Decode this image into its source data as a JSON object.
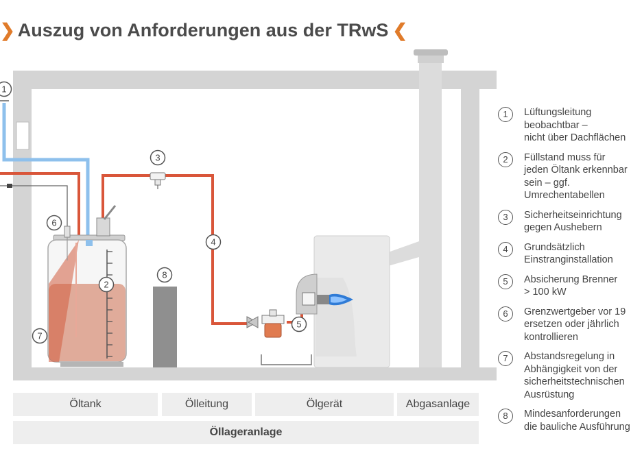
{
  "title": {
    "text": "Auszug von Anforderungen aus der TRwS",
    "left_chevron": "❯",
    "right_chevron": "❮"
  },
  "colors": {
    "accent": "#e07b2a",
    "pipe_oil": "#d9563a",
    "pipe_vent": "#8ec0ec",
    "building": "#d4d4d4",
    "tank_fill": "#e0ab9a",
    "flame": "#2f7bd6"
  },
  "callouts": [
    "1",
    "2",
    "3",
    "4",
    "5",
    "6",
    "7",
    "8"
  ],
  "legend": [
    {
      "num": "1",
      "lines": [
        "Lüftungsleitung",
        "beobachtbar –",
        "nicht über Dachflächen"
      ]
    },
    {
      "num": "2",
      "lines": [
        "Füllstand muss für",
        "jeden Öltank erkennbar",
        "sein – ggf.",
        "Umrechentabellen"
      ]
    },
    {
      "num": "3",
      "lines": [
        "Sicherheitseinrichtung",
        "gegen Aushebern"
      ]
    },
    {
      "num": "4",
      "lines": [
        "Grundsätzlich",
        "Einstranginstallation"
      ]
    },
    {
      "num": "5",
      "lines": [
        "Absicherung Brenner",
        "> 100 kW"
      ]
    },
    {
      "num": "6",
      "lines": [
        "Grenzwertgeber vor 19",
        "ersetzen oder jährlich",
        "kontrollieren"
      ]
    },
    {
      "num": "7",
      "lines": [
        "Abstandsregelung in",
        "Abhängigkeit von der",
        "sicherheitstechnischen",
        "Ausrüstung"
      ]
    },
    {
      "num": "8",
      "lines": [
        "Mindesanforderungen",
        "die bauliche Ausführung"
      ]
    }
  ],
  "categories": [
    "Öltank",
    "Ölleitung",
    "Ölgerät",
    "Abgasanlage"
  ],
  "bottom_category": "Öllageranlage"
}
